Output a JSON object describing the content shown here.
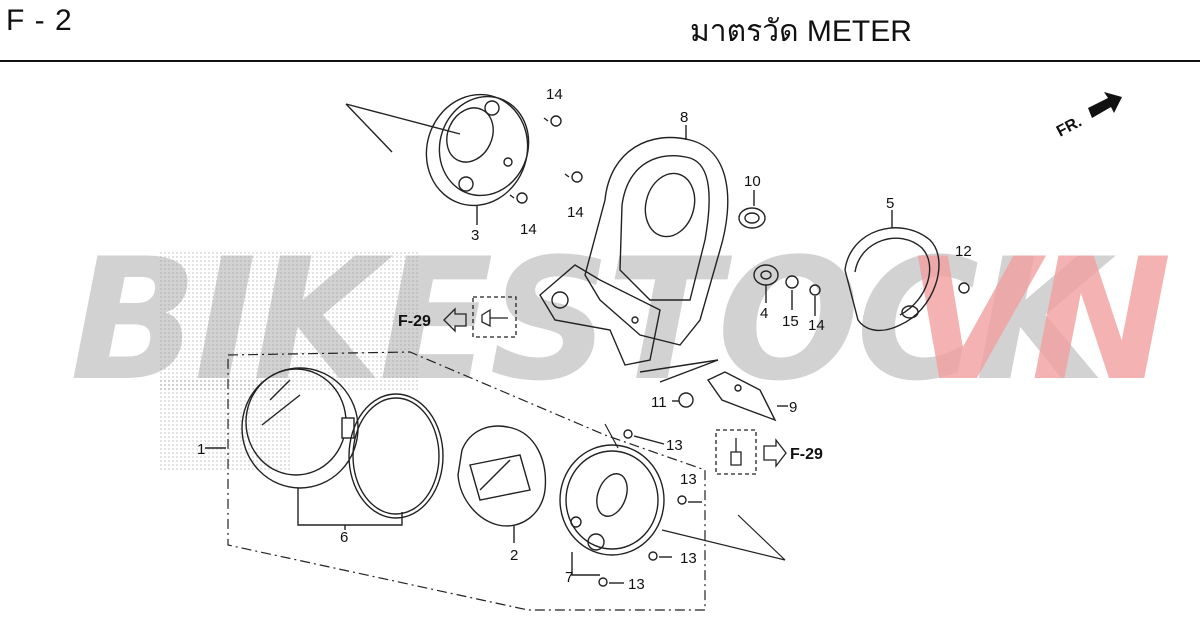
{
  "header": {
    "code": "F - 2",
    "title": "มาตรวัด  METER"
  },
  "watermark": {
    "brand_main": "BIKESTOCK",
    "brand_accent": "VN",
    "main_color": "#c8c8c8",
    "accent_color": "#f2a0a0"
  },
  "diagram": {
    "front_indicator": "FR.",
    "references": [
      "F-29",
      "F-29"
    ],
    "callouts": {
      "c1": "1",
      "c2": "2",
      "c3": "3",
      "c4": "4",
      "c5": "5",
      "c6": "6",
      "c7": "7",
      "c8": "8",
      "c9": "9",
      "c10": "10",
      "c11": "11",
      "c12": "12",
      "c13a": "13",
      "c13b": "13",
      "c13c": "13",
      "c13d": "13",
      "c14a": "14",
      "c14b": "14",
      "c14c": "14",
      "c14d": "14",
      "c15": "15"
    }
  }
}
